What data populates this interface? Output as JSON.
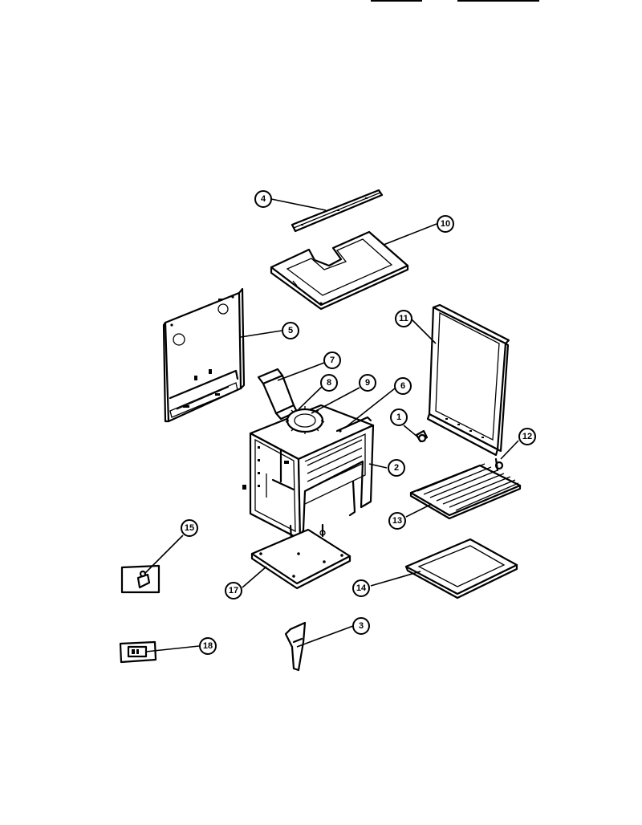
{
  "callouts": {
    "c1": "1",
    "c2": "2",
    "c3": "3",
    "c4": "4",
    "c5": "5",
    "c6": "6",
    "c7": "7",
    "c8": "8",
    "c9": "9",
    "c10": "10",
    "c11": "11",
    "c12": "12",
    "c13": "13",
    "c14": "14",
    "c15": "15",
    "c17": "17",
    "c18": "18"
  }
}
